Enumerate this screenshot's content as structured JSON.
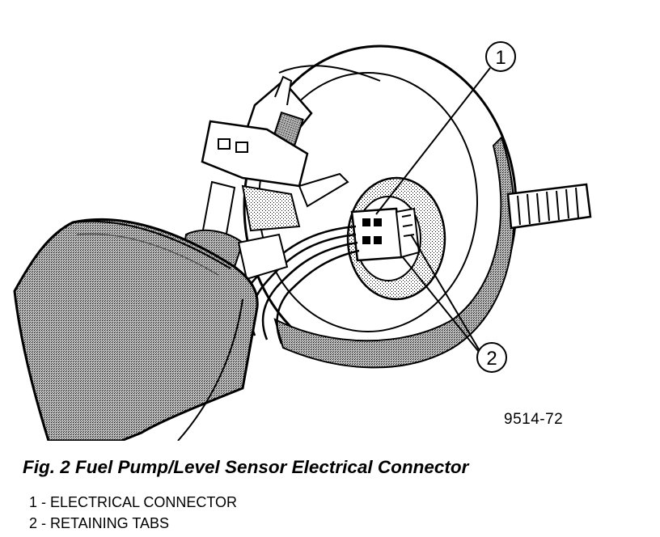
{
  "figure": {
    "code": "9514-72",
    "caption": "Fig. 2 Fuel Pump/Level Sensor Electrical Connector",
    "callouts": [
      {
        "number": "1",
        "label": "1 - ELECTRICAL CONNECTOR"
      },
      {
        "number": "2",
        "label": "2 - RETAINING TABS"
      }
    ]
  }
}
